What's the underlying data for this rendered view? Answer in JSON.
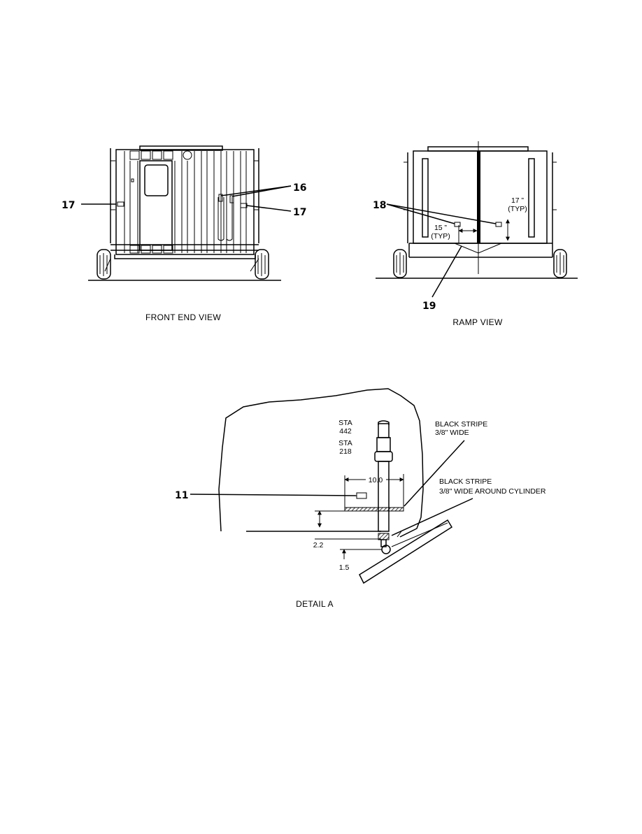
{
  "front_view": {
    "caption": "FRONT END VIEW",
    "callouts": {
      "left": "17",
      "right": "17",
      "top": "16"
    }
  },
  "ramp_view": {
    "caption": "RAMP VIEW",
    "callouts": {
      "left": "18",
      "bottom": "19"
    },
    "dims": {
      "vertical_value": "17 ”",
      "vertical_note": "(TYP)",
      "horizontal_value": "15 ”",
      "horizontal_note": "(TYP)"
    }
  },
  "detail_a": {
    "caption": "DETAIL A",
    "callout": "11",
    "station_label_1": "STA",
    "station_value_1": "442",
    "station_label_2": "STA",
    "station_value_2": "218",
    "dim_width": "10.0",
    "dim_upper": "2.2",
    "dim_lower": "1.5",
    "stripe_1_line_1": "BLACK STRIPE",
    "stripe_1_line_2": "3/8\" WIDE",
    "stripe_2_line_1": "BLACK STRIPE",
    "stripe_2_line_2": "3/8\" WIDE AROUND CYLINDER"
  }
}
